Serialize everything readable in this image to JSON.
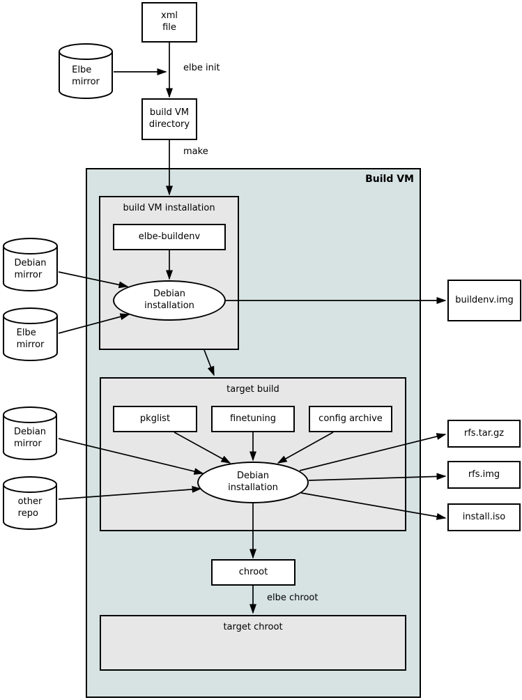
{
  "diagram": {
    "type": "flow-diagram",
    "container_label": "Build VM",
    "colors": {
      "build_vm_background": "#d6e3e2",
      "cluster_background": "#e7e7e7",
      "node_background": "#ffffff",
      "line_color": "#000000"
    },
    "nodes": {
      "xml_file": "xml\nfile",
      "elbe_mirror_top": "Elbe\nmirror",
      "build_vm_directory": "build VM\ndirectory",
      "cluster_build_vm_installation_title": "build VM installation",
      "elbe_buildenv": "elbe-buildenv",
      "debian_installation_1": "Debian\ninstallation",
      "buildenv_img": "buildenv.img",
      "debian_mirror_mid": "Debian\nmirror",
      "elbe_mirror_mid": "Elbe\nmirror",
      "cluster_target_build_title": "target build",
      "pkglist": "pkglist",
      "finetuning": "finetuning",
      "config_archive": "config archive",
      "debian_installation_2": "Debian\ninstallation",
      "rfs_tar_gz": "rfs.tar.gz",
      "rfs_img": "rfs.img",
      "install_iso": "install.iso",
      "debian_mirror_low": "Debian\nmirror",
      "other_repo": "other\nrepo",
      "chroot": "chroot",
      "cluster_target_chroot_title": "target chroot"
    },
    "edge_labels": {
      "elbe_init": "elbe init",
      "make": "make",
      "elbe_chroot": "elbe chroot"
    },
    "edges": [
      {
        "from": "Elbe mirror (top)",
        "to": "elbe init flow"
      },
      {
        "from": "xml file",
        "to": "build VM directory",
        "label": "elbe init"
      },
      {
        "from": "build VM directory",
        "to": "build VM installation",
        "label": "make"
      },
      {
        "from": "elbe-buildenv",
        "to": "Debian installation (build VM)"
      },
      {
        "from": "Debian mirror",
        "to": "Debian installation (build VM)"
      },
      {
        "from": "Elbe mirror",
        "to": "Debian installation (build VM)"
      },
      {
        "from": "Debian installation (build VM)",
        "to": "buildenv.img"
      },
      {
        "from": "build VM installation",
        "to": "target build"
      },
      {
        "from": "pkglist",
        "to": "Debian installation (target build)"
      },
      {
        "from": "finetuning",
        "to": "Debian installation (target build)"
      },
      {
        "from": "config archive",
        "to": "Debian installation (target build)"
      },
      {
        "from": "Debian mirror",
        "to": "Debian installation (target build)"
      },
      {
        "from": "other repo",
        "to": "Debian installation (target build)"
      },
      {
        "from": "Debian installation (target build)",
        "to": "rfs.tar.gz"
      },
      {
        "from": "Debian installation (target build)",
        "to": "rfs.img"
      },
      {
        "from": "Debian installation (target build)",
        "to": "install.iso"
      },
      {
        "from": "Debian installation (target build)",
        "to": "chroot"
      },
      {
        "from": "chroot",
        "to": "target chroot",
        "label": "elbe chroot"
      }
    ]
  }
}
